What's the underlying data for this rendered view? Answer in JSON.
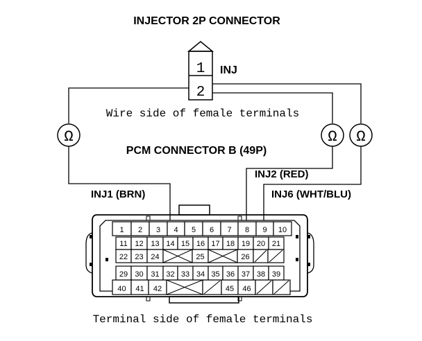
{
  "title": "INJECTOR 2P CONNECTOR",
  "injector_connector": {
    "pin_top": "1",
    "pin_bottom": "2",
    "label": "INJ"
  },
  "wire_side_label": "Wire side of female terminals",
  "pcm_title": "PCM CONNECTOR B (49P)",
  "ohm_symbol": "Ω",
  "wire_labels": {
    "inj1": "INJ1 (BRN)",
    "inj2": "INJ2 (RED)",
    "inj6": "INJ6 (WHT/BLU)"
  },
  "pcm_rows": [
    [
      "1",
      "2",
      "3",
      "4",
      "5",
      "6",
      "7",
      "8",
      "9",
      "10"
    ],
    [
      "11",
      "12",
      "13",
      "14",
      "15",
      "16",
      "17",
      "18",
      "19",
      "20",
      "21"
    ],
    [
      "22",
      "23",
      "24",
      "",
      "25",
      "",
      "26",
      "",
      ""
    ],
    [
      "29",
      "30",
      "31",
      "32",
      "33",
      "34",
      "35",
      "36",
      "37",
      "38",
      "39"
    ],
    [
      "40",
      "41",
      "42",
      "",
      "",
      "45",
      "46",
      "",
      "",
      "",
      ""
    ]
  ],
  "terminal_side_label": "Terminal side of female terminals"
}
